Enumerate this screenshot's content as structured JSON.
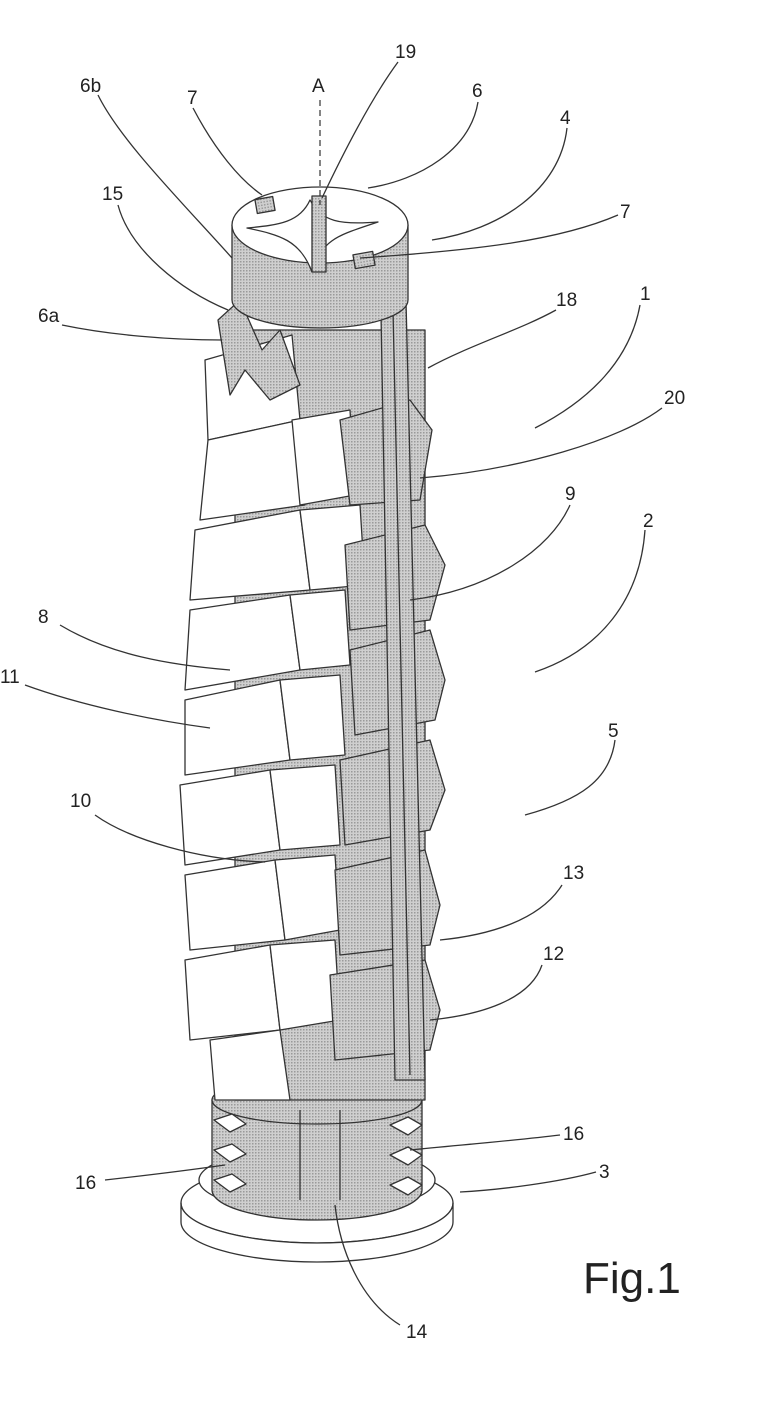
{
  "figure_label": "Fig.1",
  "axis_label": "A",
  "labels": {
    "l19": "19",
    "l6b": "6b",
    "l7a": "7",
    "lA": "A",
    "l6": "6",
    "l4": "4",
    "l15": "15",
    "l7b": "7",
    "l6a": "6a",
    "l18": "18",
    "l1": "1",
    "l20": "20",
    "l9": "9",
    "l2": "2",
    "l8": "8",
    "l11": "11",
    "l5": "5",
    "l10": "10",
    "l13": "13",
    "l12": "12",
    "l16a": "16",
    "l16b": "16",
    "l3": "3",
    "l14": "14"
  }
}
